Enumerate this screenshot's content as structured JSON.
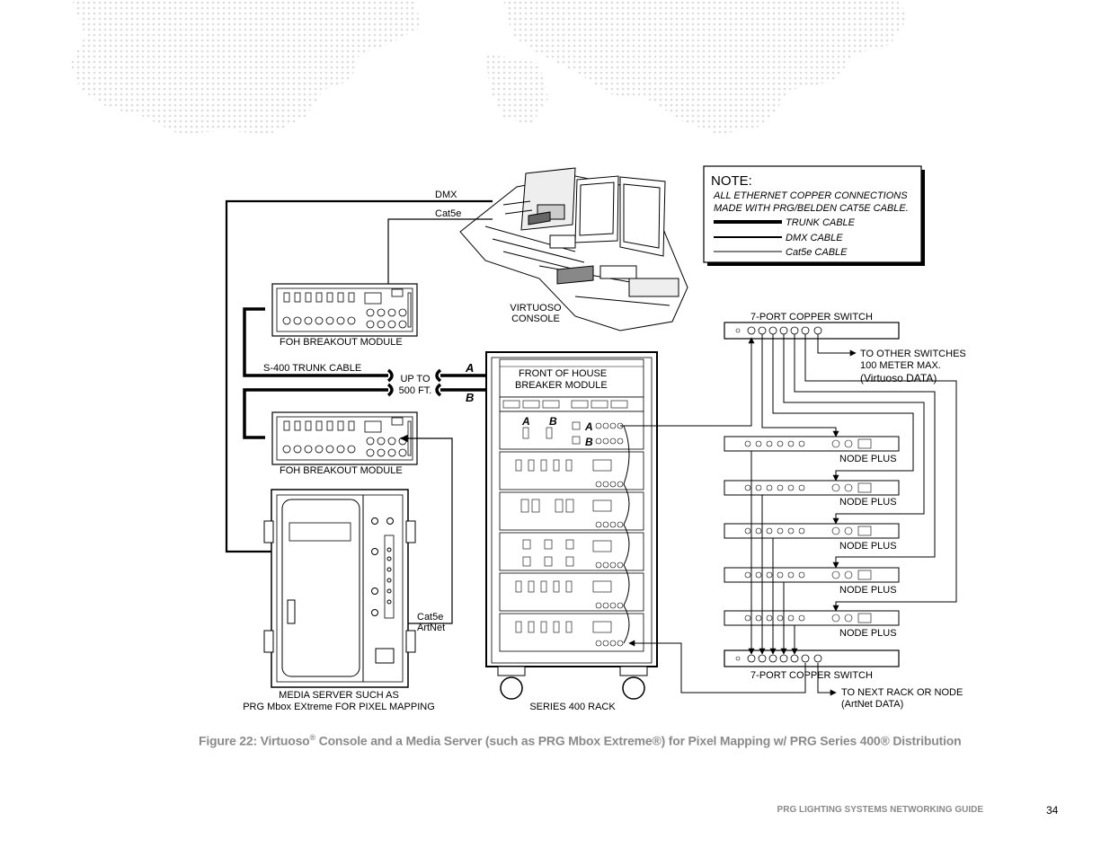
{
  "figure": {
    "caption_prefix": "Figure 22:",
    "caption_virtuoso": "Virtuoso",
    "caption_reg": "®",
    "caption_rest": " Console and a Media Server (such as PRG Mbox Extreme®) for Pixel Mapping w/ PRG Series 400® Distribution"
  },
  "footer": {
    "guide_title": "PRG LIGHTING SYSTEMS NETWORKING GUIDE",
    "page_number": "34"
  },
  "note": {
    "title": "NOTE:",
    "line1": "ALL ETHERNET COPPER CONNECTIONS",
    "line2": "MADE WITH PRG/BELDEN CAT5E CABLE.",
    "legend": [
      {
        "label": "TRUNK CABLE"
      },
      {
        "label": "DMX CABLE"
      },
      {
        "label": "Cat5e CABLE"
      }
    ]
  },
  "labels": {
    "dmx": "DMX",
    "cat5e_top": "Cat5e",
    "console_line1": "VIRTUOSO",
    "console_line2": "CONSOLE",
    "foh_top": "FOH  BREAKOUT MODULE",
    "foh_bottom": "FOH  BREAKOUT MODULE",
    "trunk": "S-400 TRUNK CABLE",
    "up_to": "UP TO",
    "distance": "500 FT.",
    "a": "A",
    "b": "B",
    "breaker_line1": "FRONT OF HOUSE",
    "breaker_line2": "BREAKER MODULE",
    "rack": "SERIES 400 RACK",
    "media_line1": "MEDIA SERVER SUCH AS",
    "media_line2": "PRG Mbox EXtreme FOR PIXEL MAPPING",
    "cat5e_media": "Cat5e",
    "artnet": "ArtNet",
    "switch_top": "7-PORT COPPER SWITCH",
    "switch_bottom": "7-PORT COPPER SWITCH",
    "other_switches": "TO OTHER SWITCHES",
    "meter_max": "100 METER MAX.",
    "virtuoso_data": "(Virtuoso DATA)",
    "next_rack": "TO NEXT RACK OR NODE",
    "artnet_data": "(ArtNet DATA)",
    "node_plus": [
      "NODE PLUS",
      "NODE PLUS",
      "NODE PLUS",
      "NODE PLUS",
      "NODE PLUS"
    ]
  }
}
